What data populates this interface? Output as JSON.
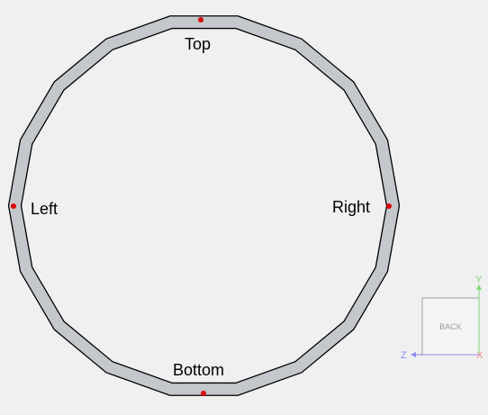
{
  "viewport": {
    "background": "#f0f0f0",
    "ring_fill": "#c4c8cc",
    "ring_stroke": "#000000",
    "ring_sides": 18,
    "marker_color": "#dd0000"
  },
  "points": {
    "top": "Top",
    "left": "Left",
    "right": "Right",
    "bottom": "Bottom"
  },
  "view_cube": {
    "face": "BACK",
    "border_color": "#a0a0a0"
  },
  "axes": {
    "y": {
      "label": "Y",
      "color": "#7bd67b"
    },
    "z": {
      "label": "Z",
      "color": "#8c8cf0"
    },
    "x": {
      "label": "X",
      "color": "#f08c8c"
    }
  }
}
